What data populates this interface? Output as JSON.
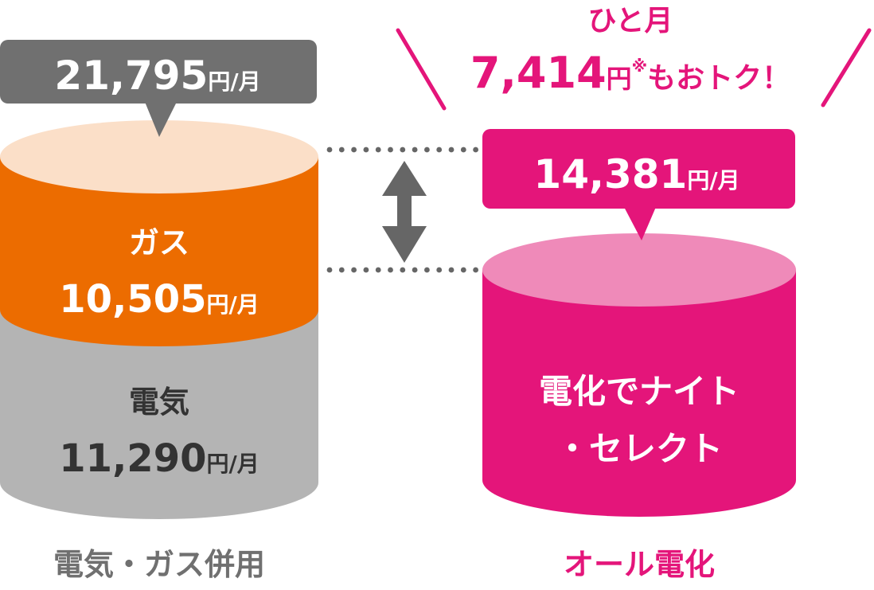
{
  "colors": {
    "gas_side": "#ec6c00",
    "gas_top": "#fbdfc8",
    "elec_side": "#b4b4b4",
    "allelec_side": "#e4157a",
    "allelec_top": "#ef8ab9",
    "gray_bubble": "#707070",
    "accent": "#e4157a",
    "dots": "#666666",
    "arrow": "#666666",
    "dark_text": "#333333"
  },
  "savings": {
    "line1": "ひと月",
    "amount": "7,414",
    "unit": "円",
    "note_mark": "※",
    "suffix": "もおトク！"
  },
  "chart_data": {
    "type": "bar",
    "stacked": true,
    "categories": [
      "電気・ガス併用",
      "オール電化"
    ],
    "unit_label": "円/月",
    "left": {
      "category": "電気・ガス併用",
      "total": 21795,
      "total_label": "21,795",
      "segments": [
        {
          "name": "電気",
          "value": 11290,
          "value_label": "11,290",
          "color": "#b4b4b4"
        },
        {
          "name": "ガス",
          "value": 10505,
          "value_label": "10,505",
          "color": "#ec6c00"
        }
      ]
    },
    "right": {
      "category": "オール電化",
      "total": 14381,
      "total_label": "14,381",
      "plan_line1": "電化でナイト",
      "plan_line2": "・セレクト",
      "color": "#e4157a"
    },
    "difference": 7414
  },
  "icons": {
    "arrow": "double-arrow-vertical-icon",
    "left_dots": "dotted-guide-line",
    "burst_left": "burst-line-left",
    "burst_right": "burst-line-right"
  }
}
